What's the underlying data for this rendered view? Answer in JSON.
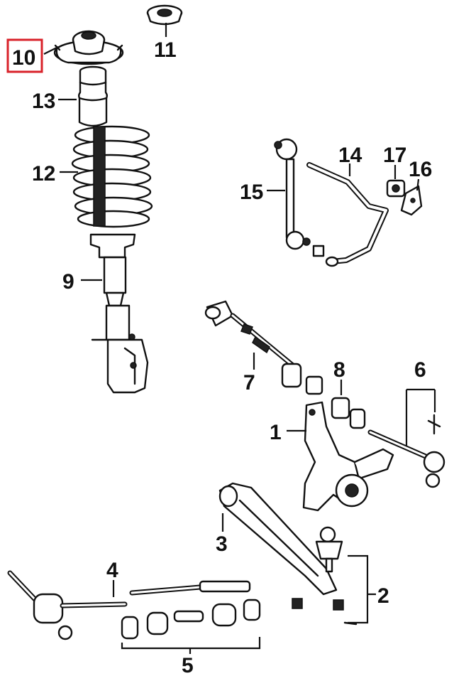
{
  "callouts": {
    "c1": "1",
    "c2": "2",
    "c3": "3",
    "c4": "4",
    "c5": "5",
    "c6": "6",
    "c7": "7",
    "c8": "8",
    "c9": "9",
    "c10": "10",
    "c11": "11",
    "c12": "12",
    "c13": "13",
    "c14": "14",
    "c15": "15",
    "c16": "16",
    "c17": "17"
  },
  "highlighted_callout": "10",
  "colors": {
    "highlight": "#d9222a",
    "ink": "#111111",
    "background": "#ffffff"
  }
}
